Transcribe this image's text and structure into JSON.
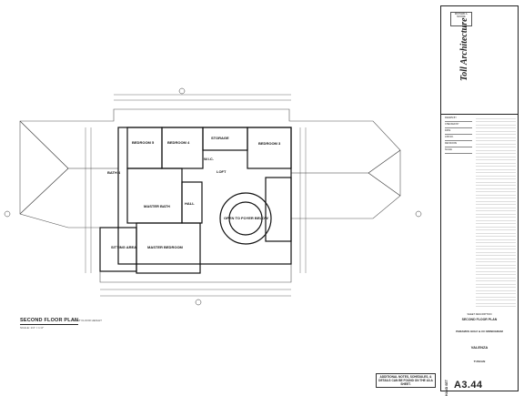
{
  "plan": {
    "title": "SECOND FLOOR PLAN",
    "scale": "SCALE: 1/4\" = 1'-0\"",
    "note": "FIRST FLOOR HEIGHT",
    "rooms": {
      "bedroom5": "BEDROOM 5",
      "bedroom4": "BEDROOM 4",
      "bedroom3": "BEDROOM 3",
      "bath4": "BATH 4",
      "storage": "STORAGE",
      "loft": "LOFT",
      "master_bath": "MASTER BATH",
      "master_bedroom": "MASTER BEDROOM",
      "sitting_area": "SITTING AREA",
      "hall": "HALL",
      "open_below": "OPEN TO FOYER BELOW",
      "wic": "W.I.C."
    },
    "notes_box": "ADDITIONAL NOTES, SCHEDULES, & DETAILS CAN BE FOUND ON THE A3.A SHEET."
  },
  "title_block": {
    "firm": "Toll Architecture",
    "stamp": "RICHARD A. MOORE",
    "fields": [
      "DRAWN BY",
      "CHECKED BY",
      "DATE",
      "JOB NO.",
      "REVISIONS",
      "SCALE"
    ],
    "sheet_title_label": "SHEET DESCRIPTION",
    "sheet_title": "SECOND FLOOR PLAN",
    "community": "PARAMUS GOLF & CC MONOGRAM",
    "elevation": "VALENZA",
    "model": "TUSCAN",
    "hand_set": "HAND SET",
    "sheet_number": "A3.44"
  }
}
